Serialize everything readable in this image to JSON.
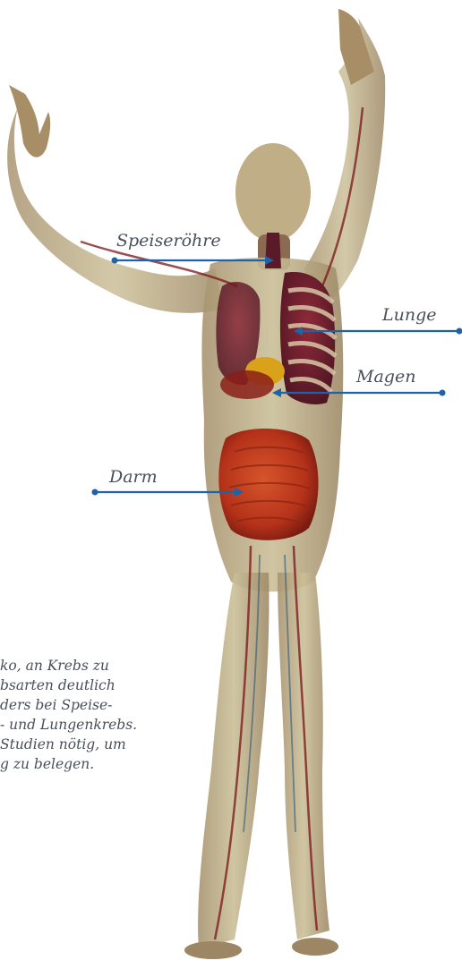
{
  "labels": {
    "esophagus": "Speiseröhre",
    "lung": "Lunge",
    "stomach": "Magen",
    "intestine": "Darm"
  },
  "caption": {
    "line1": "ko, an Krebs zu",
    "line2": "bsarten deutlich",
    "line3": "ders bei Speise-",
    "line4": "- und Lungenkrebs.",
    "line5": "Studien nötig, um",
    "line6": "g zu belegen."
  },
  "colors": {
    "pointer": "#1e63a8",
    "label_text": "#4a4f5a",
    "background": "#ffffff"
  }
}
